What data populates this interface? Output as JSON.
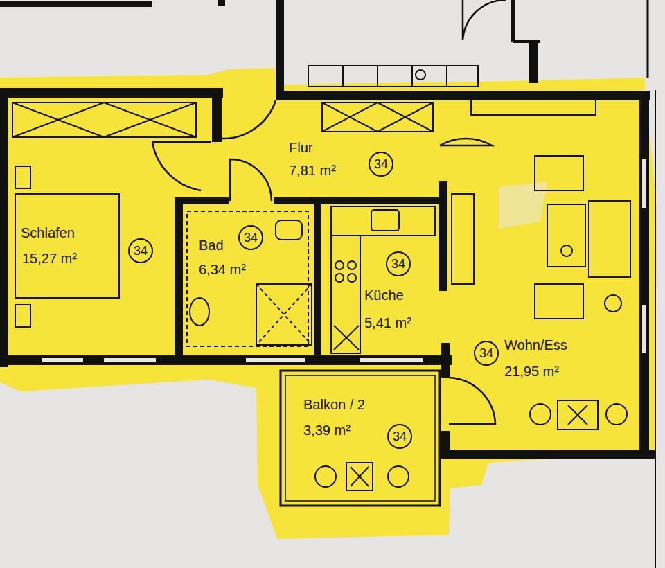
{
  "diagram": {
    "nodes": [
      {
        "text": [
          "Flur",
          "7,81 m²"
        ]
      },
      {
        "text": [
          "34"
        ],
        "in": 0
      },
      {
        "text": [
          "Schlafen",
          "15,27 m²"
        ]
      },
      {
        "text": [
          "34"
        ],
        "in": 2
      },
      {
        "text": [
          "Bad",
          "6,34 m²"
        ]
      },
      {
        "text": [
          "34"
        ],
        "in": 4
      },
      {
        "text": [
          "Küche",
          "5,41 m²"
        ]
      },
      {
        "text": [
          "34"
        ],
        "in": 6
      },
      {
        "text": [
          "Wohn/Ess",
          "21,95 m²"
        ]
      },
      {
        "text": [
          "34"
        ],
        "in": 8
      },
      {
        "text": [
          "Balkon / 2",
          "3,39 m²"
        ]
      },
      {
        "text": [
          "34"
        ],
        "in": 10
      }
    ]
  }
}
